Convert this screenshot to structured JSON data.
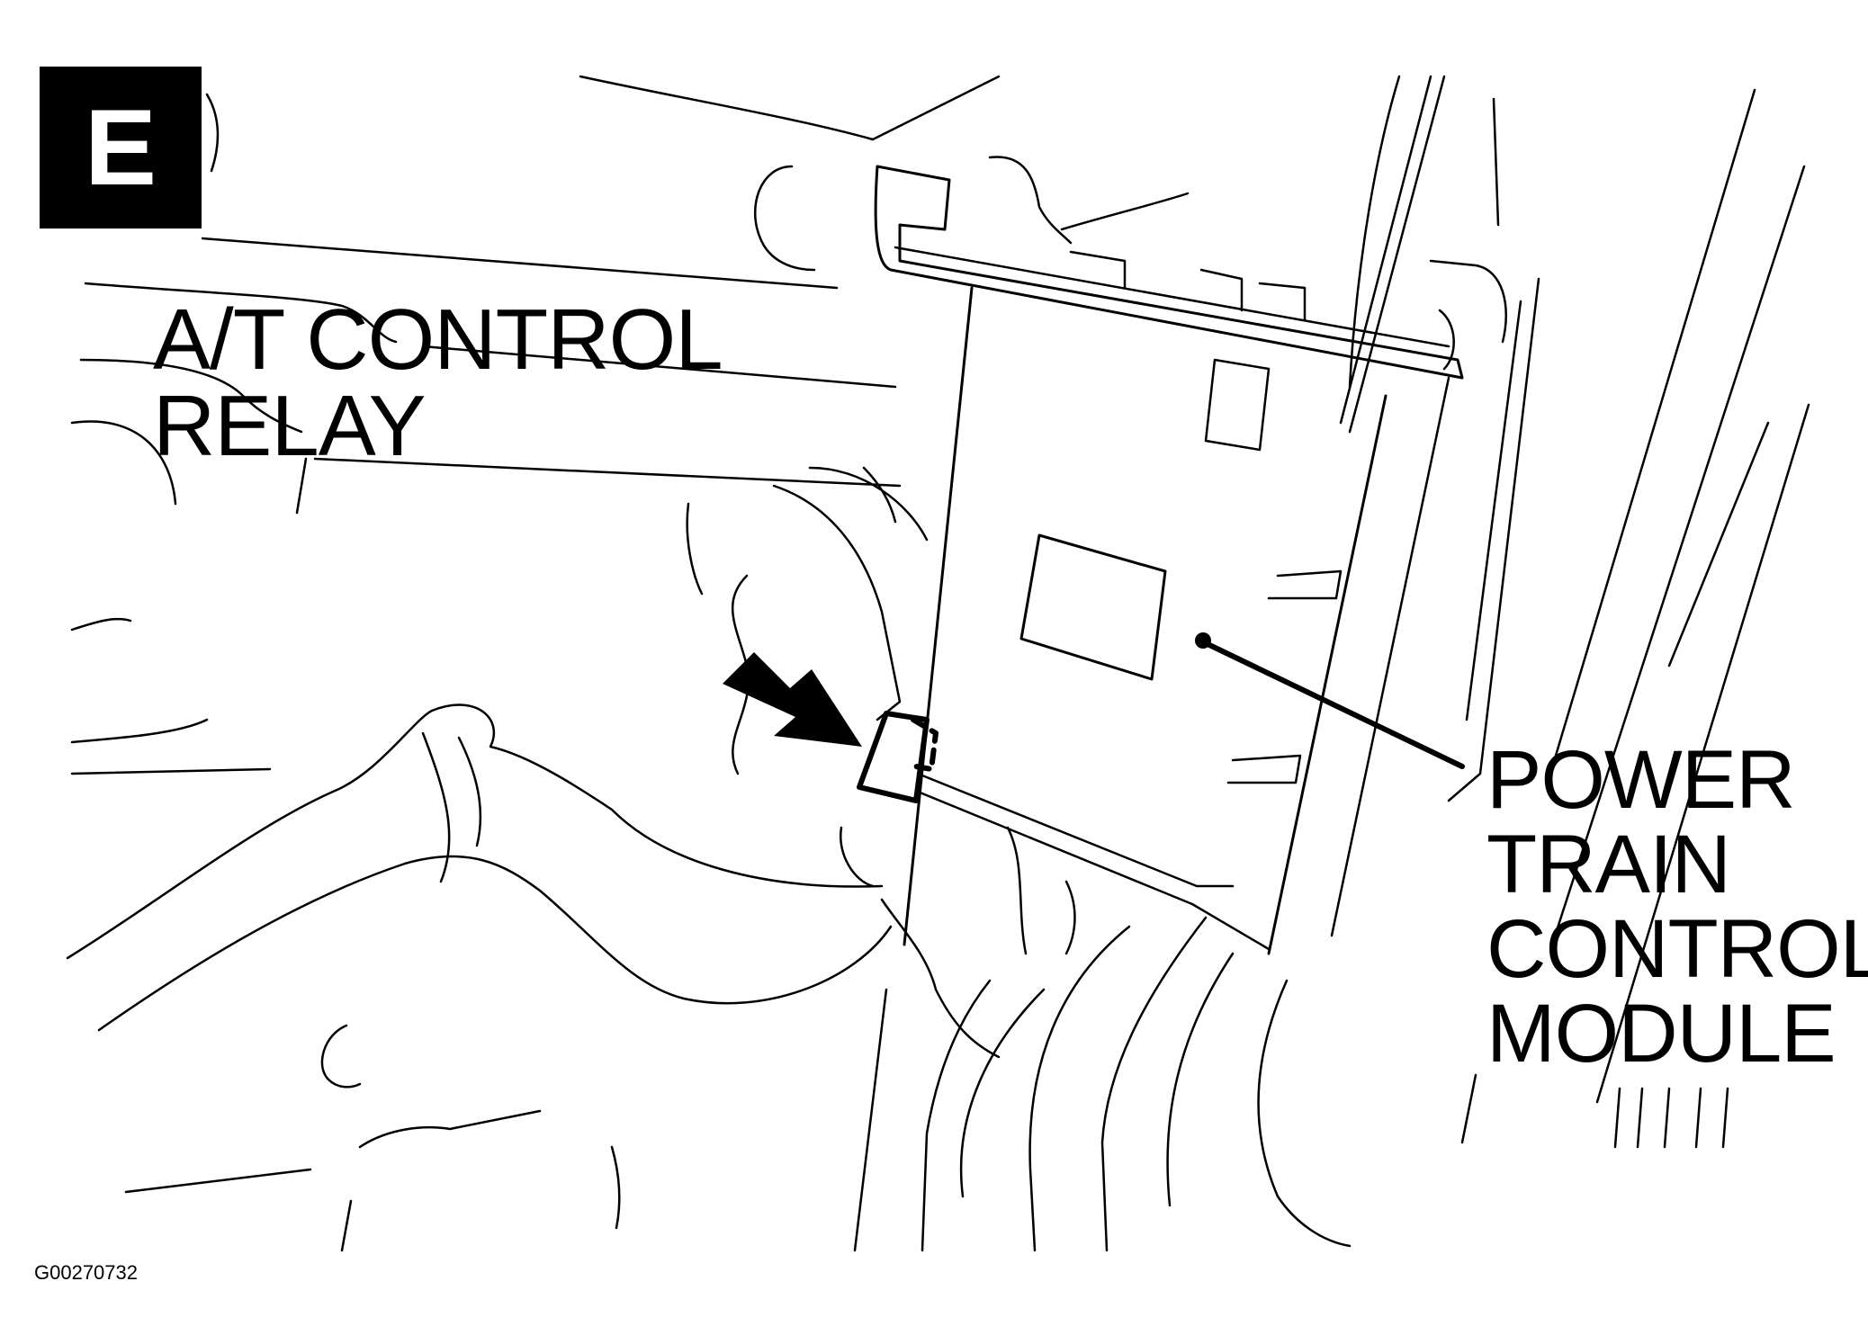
{
  "badge": {
    "letter": "E"
  },
  "labels": {
    "relay": "A/T CONTROL\nRELAY",
    "pcm": "POWER\nTRAIN\nCONTROL\nMODULE"
  },
  "reference_code": "G00270732",
  "colors": {
    "ink": "#000000",
    "background": "#ffffff",
    "badge_text": "#ffffff"
  }
}
